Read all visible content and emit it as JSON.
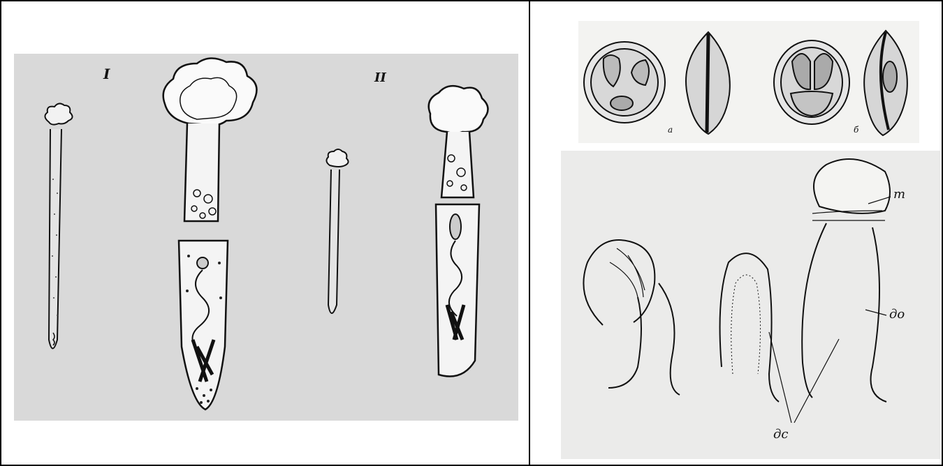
{
  "figure_left": {
    "label_I": "I",
    "label_II": "II"
  },
  "figure_eggs": {
    "label_a": "а",
    "label_b": "б"
  },
  "figure_intestine": {
    "label_t": "т",
    "label_do": "до",
    "label_ds": "дс"
  },
  "colors": {
    "ink": "#111111",
    "left_panel_bg": "#d9d9d9",
    "egg_panel_bg": "#f3f3f1",
    "intestine_panel_bg": "#ebebea"
  }
}
